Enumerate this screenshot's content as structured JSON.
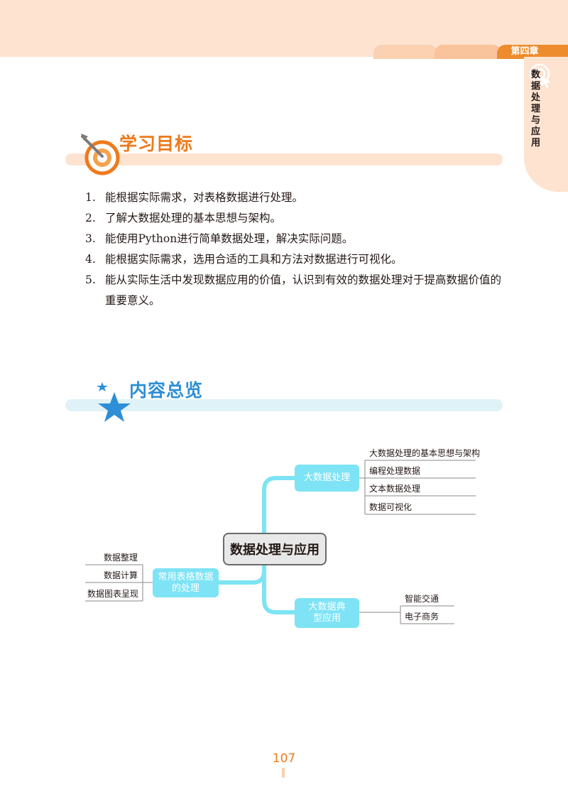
{
  "header": {
    "chapter_label": "第四章",
    "side_title": "数据处理与应用"
  },
  "goals_section": {
    "title": "学习目标",
    "items": [
      {
        "num": "1.",
        "text": "能根据实际需求，对表格数据进行处理。"
      },
      {
        "num": "2.",
        "text": "了解大数据处理的基本思想与架构。"
      },
      {
        "num": "3.",
        "text": "能使用Python进行简单数据处理，解决实际问题。"
      },
      {
        "num": "4.",
        "text": "能根据实际需求，选用合适的工具和方法对数据进行可视化。"
      },
      {
        "num": "5.",
        "text": "能从实际生活中发现数据应用的价值，认识到有效的数据处理对于提高数据价值的重要意义。"
      }
    ]
  },
  "overview_section": {
    "title": "内容总览"
  },
  "mindmap": {
    "center": "数据处理与应用",
    "branches": [
      {
        "label": "大数据处理",
        "leaves": [
          "大数据处理的基本思想与架构",
          "编程处理数据",
          "文本数据处理",
          "数据可视化"
        ]
      },
      {
        "label": "常用表格数据的处理",
        "leaves": [
          "数据整理",
          "数据计算",
          "数据图表呈现"
        ]
      },
      {
        "label": "大数据典型应用",
        "leaves": [
          "智能交通",
          "电子商务"
        ]
      }
    ]
  },
  "footer": {
    "page_number": "107"
  },
  "colors": {
    "accent_orange": "#ed7a1c",
    "accent_blue": "#2d8fd5",
    "mindmap_cyan": "#7ee3f5"
  }
}
